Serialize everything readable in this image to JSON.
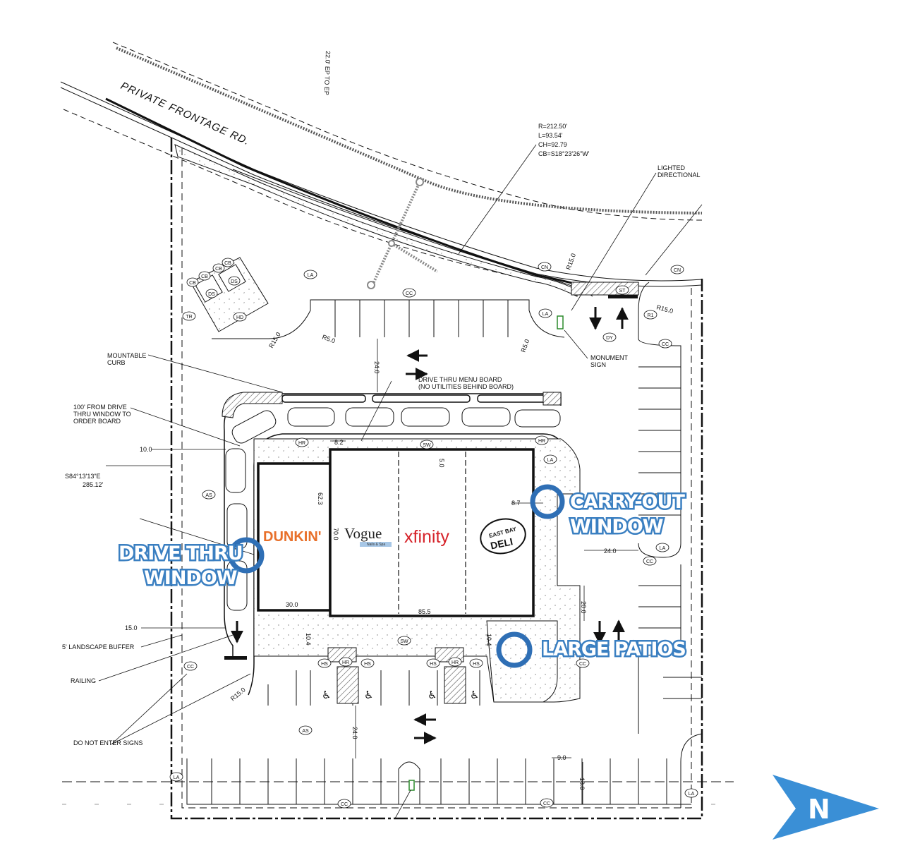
{
  "road": {
    "name": "PRIVATE FRONTAGE RD.",
    "width_dim": "22.0' EP TO EP"
  },
  "curve": {
    "r": "R=212.50'",
    "l": "L=93.54'",
    "ch": "CH=92.79",
    "cb": "CB=S18°23'26\"W'"
  },
  "labels": {
    "lighted": "LIGHTED",
    "directional": "DIRECTIONAL",
    "mountable": "MOUNTABLE",
    "curb": "CURB",
    "menu_board_1": "DRIVE THRU MENU BOARD",
    "menu_board_2": "(NO UTILITIES BEHIND BOARD)",
    "from_drive_1": "100' FROM DRIVE",
    "from_drive_2": "THRU WINDOW TO",
    "from_drive_3": "ORDER BOARD",
    "bearing": "S84°13'13\"E",
    "bearing_dist": "285.12'",
    "landscape": "5' LANDSCAPE BUFFER",
    "railing": "RAILING",
    "do_not_enter": "DO NOT ENTER SIGNS",
    "monument": "MONUMENT",
    "sign": "SIGN"
  },
  "dims": {
    "d24_top": "24.0",
    "d24_right": "24.0",
    "d24_bottom": "24.0",
    "d10": "10.0",
    "d15": "15.0",
    "d62": "62.3",
    "d70": "70.0",
    "d30": "30.0",
    "d855": "85.5",
    "d50": "5.0",
    "d82": "8.2",
    "d87": "8.7",
    "d20": "20.0",
    "d9": "9.0",
    "d18": "18.0",
    "d104": "10.4",
    "d104b": "10.4",
    "r150a": "R15.0",
    "r150b": "R15.0",
    "r150c": "R15.0",
    "r150d": "R15.0",
    "r50a": "R5.0",
    "r50b": "R5.0"
  },
  "tags": {
    "la": "LA",
    "cc": "CC",
    "cn": "CN",
    "st": "ST",
    "dy": "DY",
    "r1": "R1",
    "tr": "TR",
    "hd": "HD",
    "ds": "DS",
    "cb": "CB",
    "hr": "HR",
    "sw": "SW",
    "as": "AS",
    "hs": "HS"
  },
  "tenants": {
    "dunkin": "DUNKIN'",
    "vogue": "Vogue",
    "vogue_sub": "Nails & Spa",
    "xfinity": "xfinity",
    "deli_top": "EAST BAY",
    "deli": "DELI"
  },
  "callouts": {
    "carry_1": "CARRY-OUT",
    "carry_2": "WINDOW",
    "drive_1": "DRIVE THRU",
    "drive_2": "WINDOW",
    "patios": "LARGE PATIOS"
  },
  "north": {
    "letter": "N"
  },
  "colors": {
    "callout_blue": "#2f6fb5",
    "north_blue": "#3a8fd6",
    "dunkin": "#e8702a",
    "xfinity": "#d6232a"
  }
}
